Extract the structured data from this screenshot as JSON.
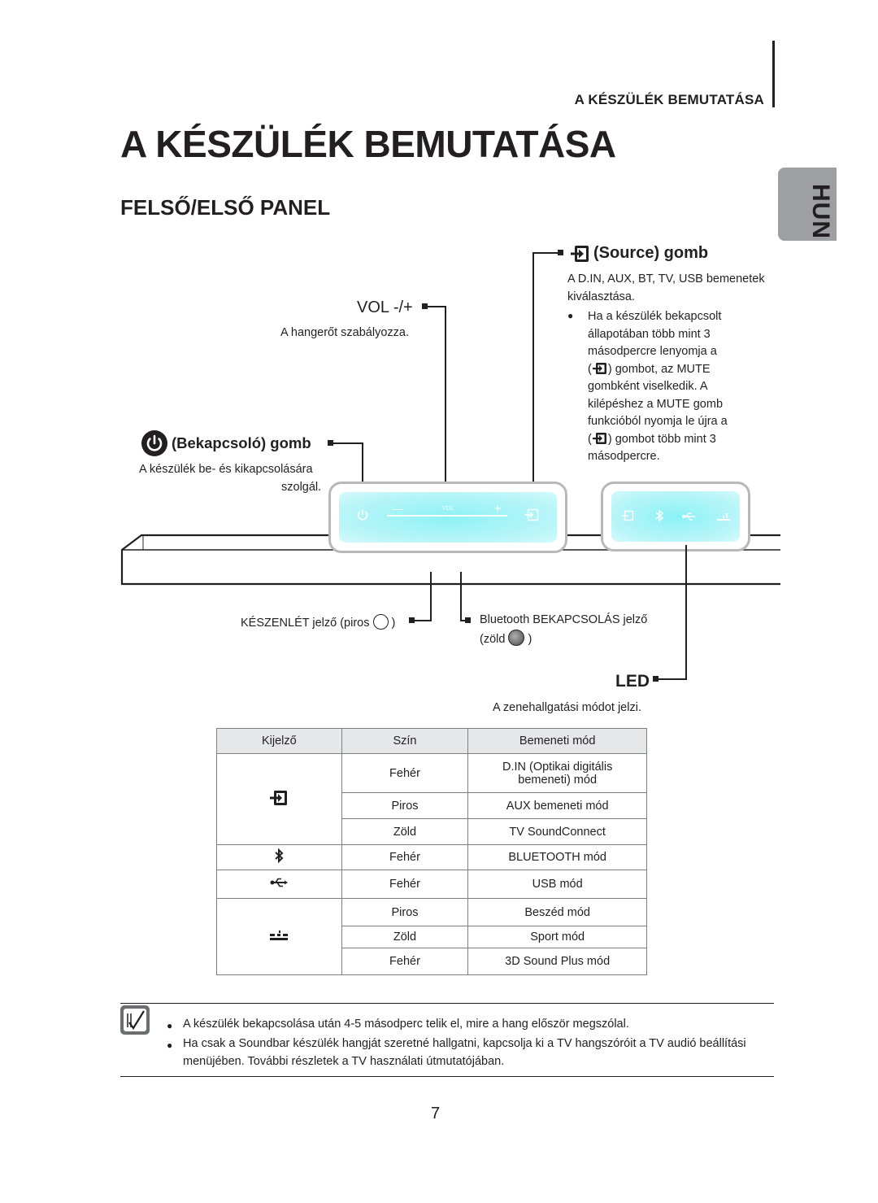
{
  "header": {
    "section_label": "A KÉSZÜLÉK BEMUTATÁSA",
    "language_tab": "HUN"
  },
  "title": "A KÉSZÜLÉK BEMUTATÁSA",
  "section": "FELSŐ/ELSŐ PANEL",
  "callouts": {
    "source": {
      "label": "(Source) gomb",
      "desc_line1": "A D.IN, AUX, BT, TV, USB bemenetek",
      "desc_line2": "kiválasztása.",
      "bullet_lines": [
        "Ha a készülék bekapcsolt",
        "állapotában több mint 3",
        "másodpercre lenyomja a"
      ],
      "bullet_line4_pre": "(",
      "bullet_line4_post": ") gombot, az MUTE",
      "bullet_lines_b": [
        "gombként viselkedik. A",
        "kilépéshez a MUTE gomb",
        "funkcióból nyomja le újra a"
      ],
      "bullet_line8_pre": "(",
      "bullet_line8_post": ") gombot több mint 3",
      "bullet_line9": "másodpercre."
    },
    "vol": {
      "label": "VOL -/+",
      "desc": "A hangerőt szabályozza."
    },
    "power": {
      "label": "(Bekapcsoló) gomb",
      "desc_line1": "A készülék be- és kikapcsolására",
      "desc_line2": "szolgál."
    },
    "standby": {
      "label_pre": "KÉSZENLÉT jelző (piros",
      "label_post": ")"
    },
    "bluetooth": {
      "label_line1": "Bluetooth BEKAPCSOLÁS jelző",
      "label_pre": "(zöld",
      "label_post": ")"
    },
    "led": {
      "label": "LED",
      "desc": "A zenehallgatási módot jelzi."
    }
  },
  "panel_text": {
    "vol_small": "VOL",
    "minus": "—",
    "plus": "+"
  },
  "table": {
    "headers": [
      "Kijelző",
      "Szín",
      "Bemeneti mód"
    ],
    "rows": [
      {
        "color": "Fehér",
        "mode_line1": "D.IN (Optikai digitális",
        "mode_line2": "bemeneti) mód"
      },
      {
        "color": "Piros",
        "mode": "AUX bemeneti mód"
      },
      {
        "color": "Zöld",
        "mode": "TV SoundConnect"
      },
      {
        "color": "Fehér",
        "mode": "BLUETOOTH mód"
      },
      {
        "color": "Fehér",
        "mode": "USB mód"
      },
      {
        "color": "Piros",
        "mode": "Beszéd mód"
      },
      {
        "color": "Zöld",
        "mode": "Sport mód"
      },
      {
        "color": "Fehér",
        "mode": "3D Sound Plus mód"
      }
    ],
    "icons": [
      "source-input-icon",
      "bluetooth-icon",
      "usb-icon",
      "sound-mode-icon"
    ]
  },
  "notes": [
    "A készülék bekapcsolása után 4-5 másodperc telik el, mire a hang először megszólal.",
    "Ha csak a Soundbar készülék hangját szeretné hallgatni, kapcsolja ki a TV hangszóróit a TV audió beállítási",
    "menüjében. További részletek a TV használati útmutatójában."
  ],
  "page_number": "7",
  "colors": {
    "panel_glow": "#aef3f6",
    "panel_glow_center": "#7ff0f4",
    "tab_gray": "#9d9fa2",
    "table_header": "#e6e7e8"
  }
}
